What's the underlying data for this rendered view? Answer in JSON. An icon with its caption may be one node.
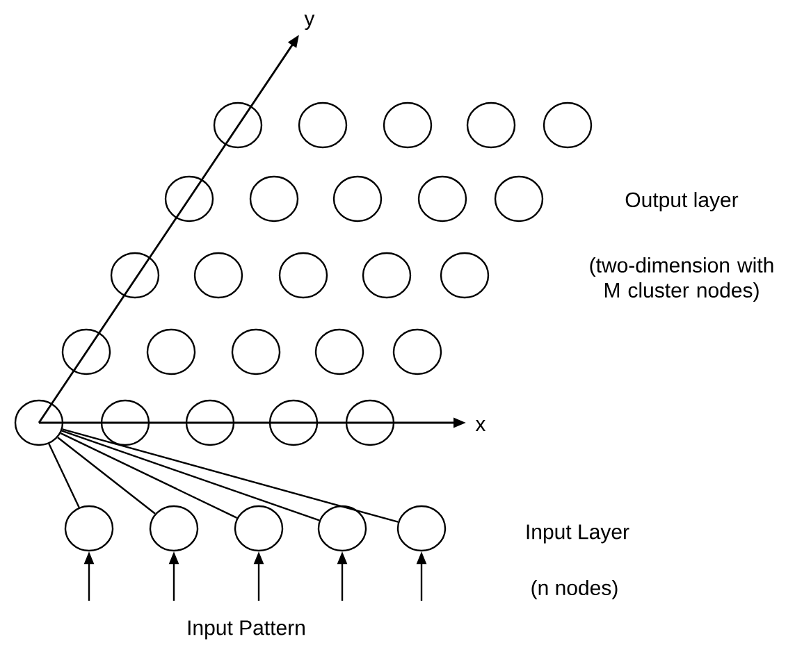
{
  "diagram": {
    "nodes": [
      {
        "text": [],
        "shape": "circle"
      },
      {
        "text": [],
        "shape": "circle"
      },
      {
        "text": [],
        "shape": "circle"
      },
      {
        "text": [],
        "shape": "circle"
      },
      {
        "text": [],
        "shape": "circle"
      },
      {
        "text": [],
        "shape": "circle"
      },
      {
        "text": [],
        "shape": "circle"
      },
      {
        "text": [],
        "shape": "circle"
      },
      {
        "text": [],
        "shape": "circle"
      },
      {
        "text": [],
        "shape": "circle"
      },
      {
        "text": [],
        "shape": "circle"
      },
      {
        "text": [],
        "shape": "circle"
      },
      {
        "text": [],
        "shape": "circle"
      },
      {
        "text": [],
        "shape": "circle"
      },
      {
        "text": [],
        "shape": "circle"
      },
      {
        "text": [],
        "shape": "circle"
      },
      {
        "text": [],
        "shape": "circle"
      },
      {
        "text": [],
        "shape": "circle"
      },
      {
        "text": [],
        "shape": "circle"
      },
      {
        "text": [],
        "shape": "circle"
      },
      {
        "text": [],
        "shape": "circle"
      },
      {
        "text": [],
        "shape": "circle"
      },
      {
        "text": [],
        "shape": "circle"
      },
      {
        "text": [],
        "shape": "circle"
      },
      {
        "text": [],
        "shape": "circle"
      },
      {
        "text": [],
        "shape": "circle"
      },
      {
        "text": [],
        "shape": "circle"
      },
      {
        "text": [],
        "shape": "circle"
      },
      {
        "text": [],
        "shape": "circle"
      },
      {
        "text": [],
        "shape": "circle"
      }
    ],
    "edges": [
      {
        "from": 20,
        "to": 25,
        "arrow": "none"
      },
      {
        "from": 20,
        "to": 26,
        "arrow": "none"
      },
      {
        "from": 20,
        "to": 27,
        "arrow": "none"
      },
      {
        "from": 20,
        "to": 28,
        "arrow": "none"
      },
      {
        "from": 20,
        "to": 29,
        "arrow": "none"
      },
      {
        "from": null,
        "to": 25,
        "arrow": "to"
      },
      {
        "from": null,
        "to": 26,
        "arrow": "to"
      },
      {
        "from": null,
        "to": 27,
        "arrow": "to"
      },
      {
        "from": null,
        "to": 28,
        "arrow": "to"
      },
      {
        "from": null,
        "to": 29,
        "arrow": "to"
      }
    ],
    "labels": [
      "y",
      "Output layer",
      "(two-dimension with M cluster nodes)",
      "x",
      "Input Layer",
      "(n nodes)",
      "Input Pattern"
    ]
  }
}
